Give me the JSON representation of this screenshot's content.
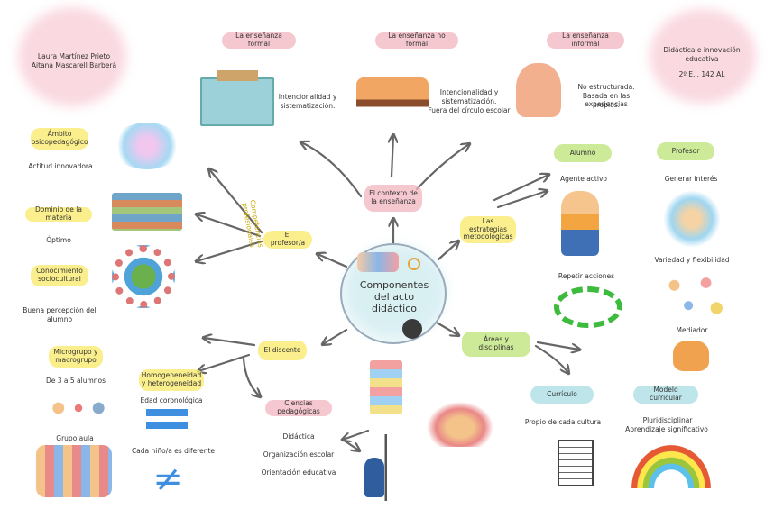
{
  "authors": {
    "line1": "Laura Martínez Prieto",
    "line2": "Aitana Mascarell Barberá"
  },
  "course": {
    "line1": "Didáctica e innovación",
    "line2": "educativa",
    "line3": "2º E.I. 142 AL"
  },
  "center": {
    "title": "Componentes del acto didáctico"
  },
  "context": {
    "label": "El contexto de la enseñanza",
    "formal": {
      "title": "La enseñanza formal",
      "desc1": "Intencionalidad y",
      "desc2": "sistematización."
    },
    "noformal": {
      "title": "La enseñanza no formal",
      "desc1": "Intencionalidad y",
      "desc2": "sistematización.",
      "desc3": "Fuera del círculo escolar"
    },
    "informal": {
      "title": "La enseñanza informal",
      "desc1": "No estructurada.",
      "desc2": "Basada en las experiencias",
      "desc3": "propias."
    }
  },
  "profesor": {
    "label": "El profesor/a",
    "competencias": "Competencias profesionales",
    "ambito": {
      "title": "Ámbito psicopedagógico",
      "desc": "Actitud innovadora"
    },
    "dominio": {
      "title": "Dominio de la materia",
      "desc": "Óptimo"
    },
    "conocimiento": {
      "title": "Conocimiento sociocultural",
      "desc1": "Buena percepción del",
      "desc2": "alumno"
    }
  },
  "discente": {
    "label": "El discente",
    "micro": {
      "title": "Microgrupo y macrogrupo",
      "desc": "De 3 a 5 alumnos",
      "grupo": "Grupo aula"
    },
    "homo": {
      "title": "Homogeneneidad y heterogeneidad",
      "edad": "Edad coronológica",
      "cada": "Cada niño/a es diferente"
    }
  },
  "ciencias": {
    "label": "Ciencias pedagógicas",
    "items": [
      "Didáctica",
      "Organización escolar",
      "Orientación educativa"
    ]
  },
  "estrategias": {
    "label": "Las estrategias metodológicas",
    "alumno": {
      "title": "Alumno",
      "desc": "Agente activo"
    },
    "profesor": {
      "title": "Profesor",
      "desc": "Generar interés"
    },
    "repetir": "Repetir acciones",
    "variedad": "Variedad y flexibilidad",
    "mediador": "Mediador"
  },
  "areas": {
    "label": "Áreas y disciplinas",
    "curriculo": {
      "title": "Currículo",
      "desc": "Propio de cada cultura"
    },
    "modelo": {
      "title": "Modelo curricular",
      "desc1": "Pluridisciplinar",
      "desc2": "Aprendizaje significativo"
    }
  },
  "colors": {
    "arrow": "#666666",
    "pink": "#f2b4be",
    "yellow": "#f9ec78",
    "green": "#c6e88c",
    "blue": "#b2e0e6"
  }
}
